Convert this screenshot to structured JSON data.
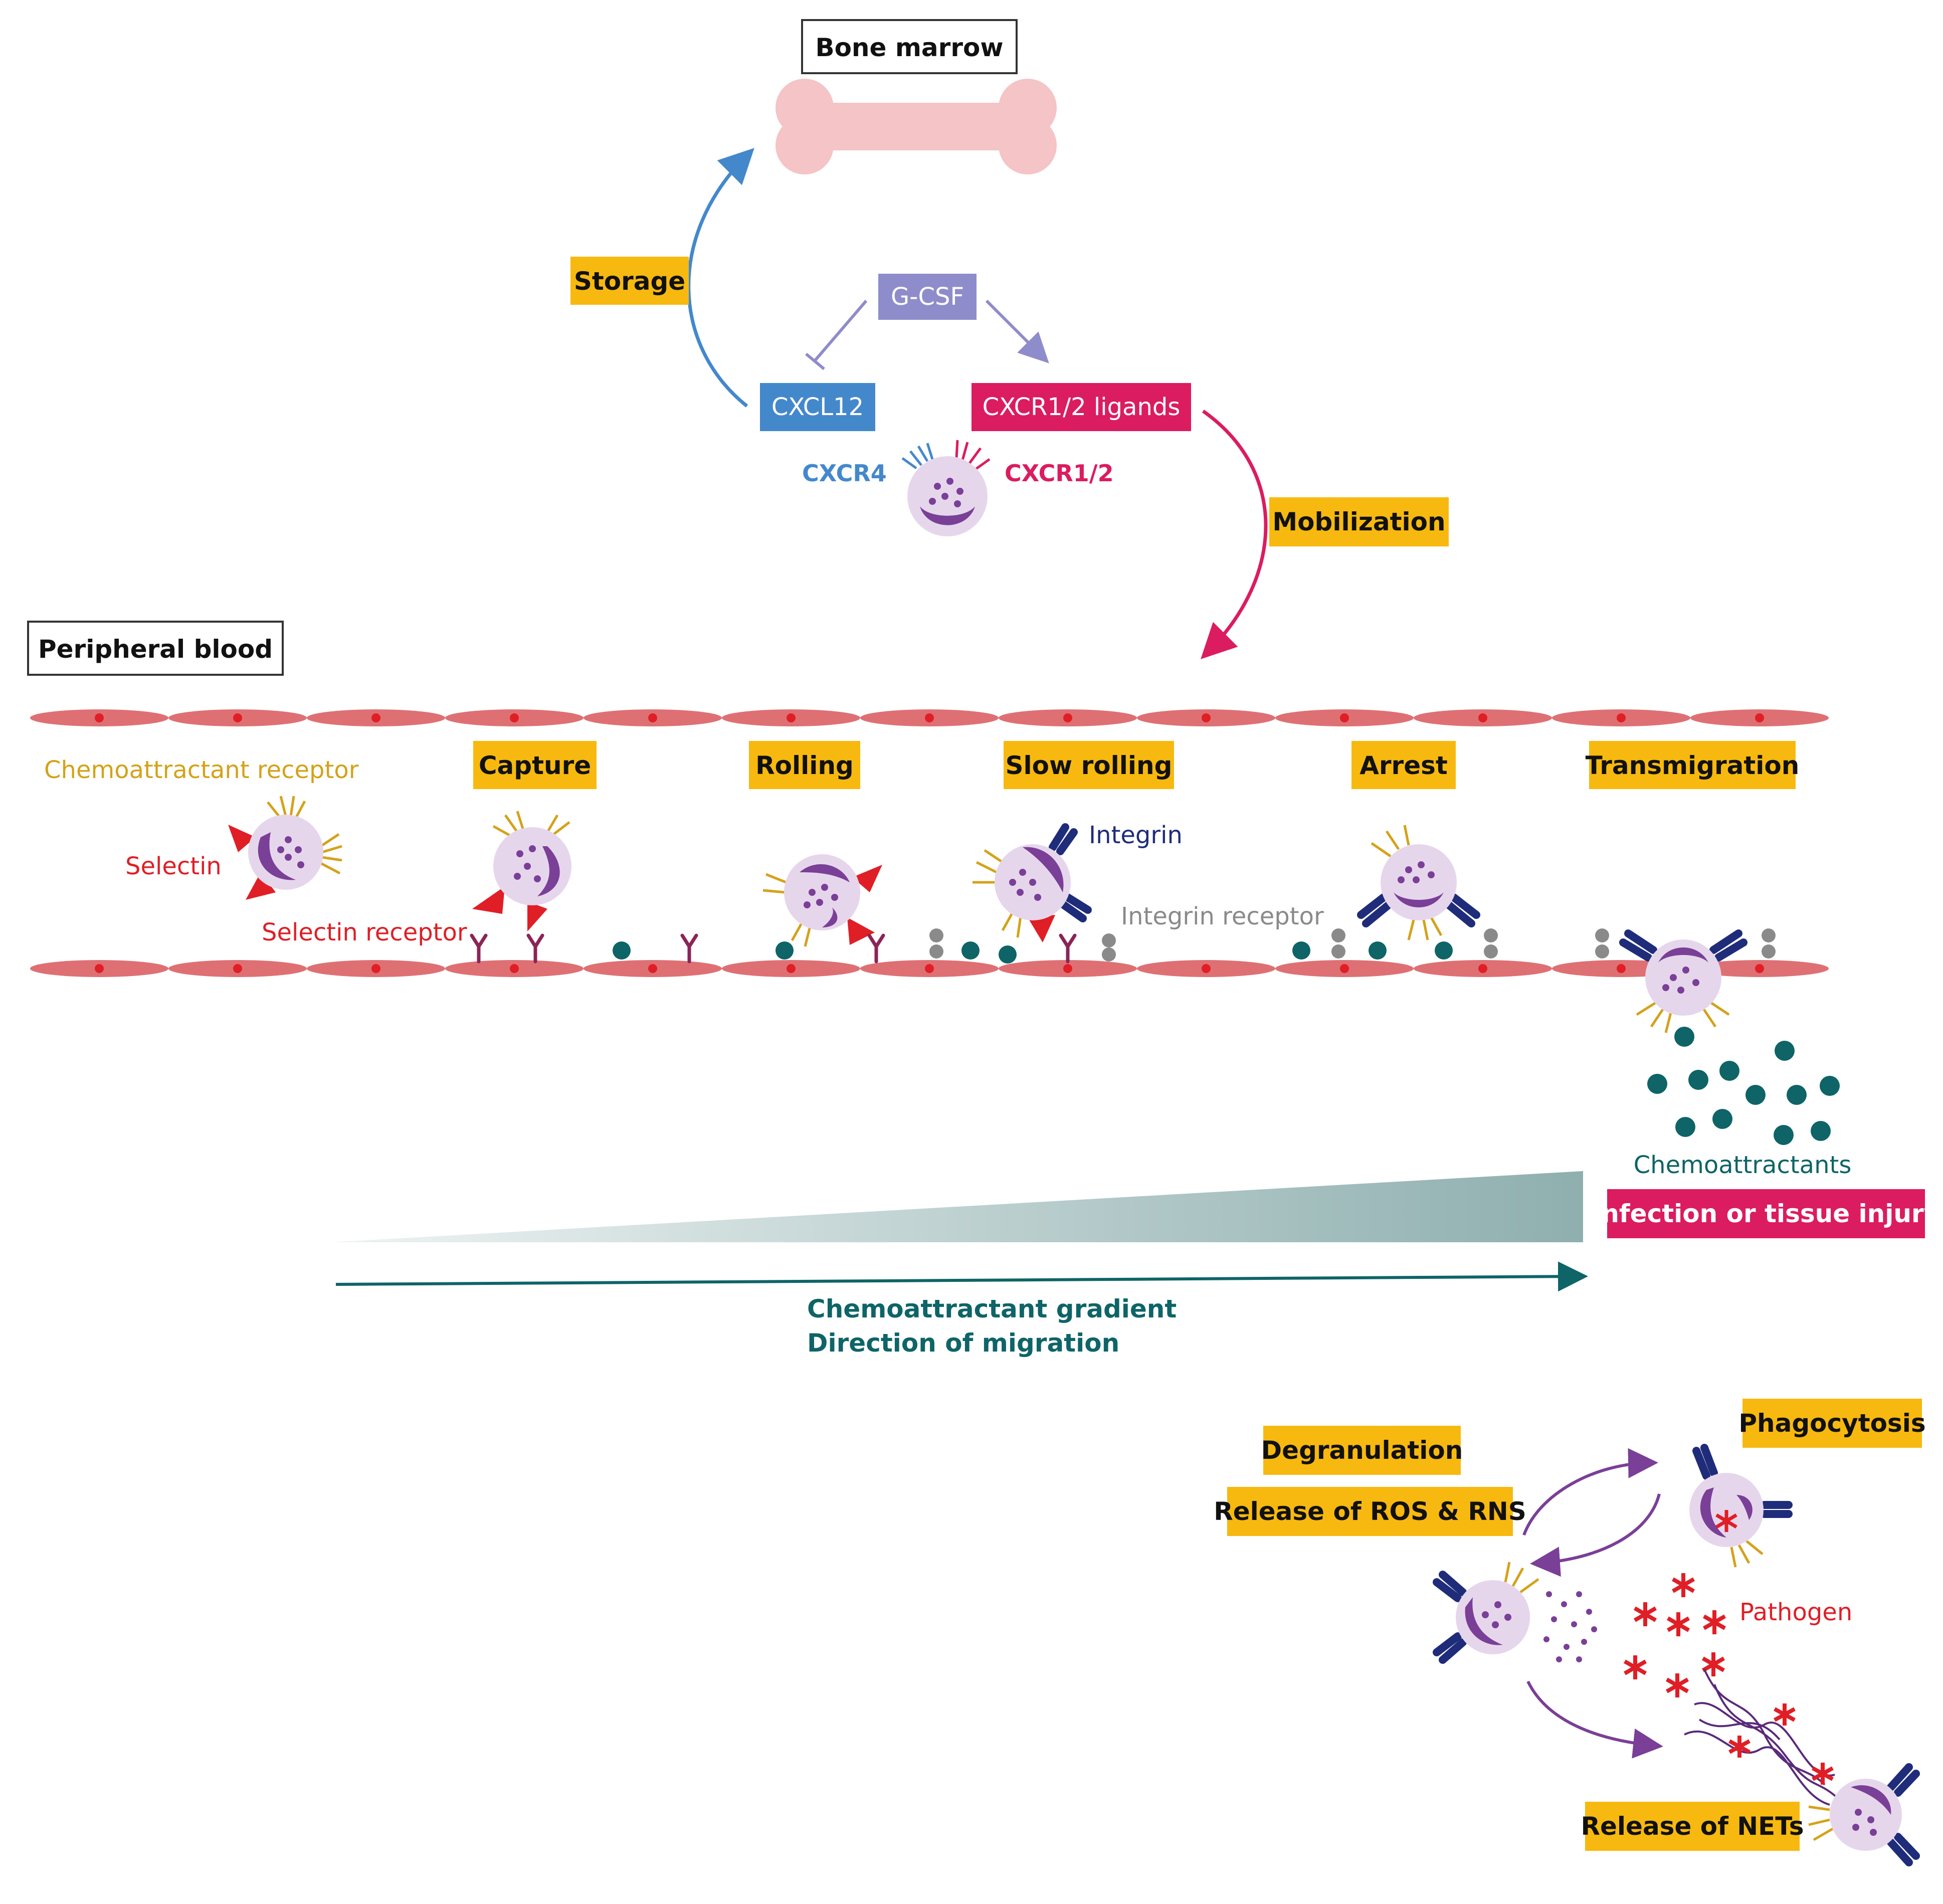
{
  "colors": {
    "yellow": "#F7B90F",
    "magenta": "#DB1C60",
    "cxcl_blue": "#4488CC",
    "gcsf_purple": "#8F8CCB",
    "teal": "#0E6467",
    "red": "#E01E26",
    "cell_purple": "#7A3F97",
    "cell_pale": "#E6D6EC",
    "gold": "#D4A21A",
    "navy": "#1F2C7A",
    "gray": "#8A8A8A",
    "endo": "#DE7074",
    "bone": "#F4C4C7"
  },
  "labels": {
    "bone_marrow": "Bone marrow",
    "peripheral_blood": "Peripheral blood",
    "storage": "Storage",
    "gcsf": "G-CSF",
    "cxcl12": "CXCL12",
    "cxcr_ligands": "CXCR1/2 ligands",
    "cxcr4": "CXCR4",
    "cxcr12": "CXCR1/2",
    "mobilization": "Mobilization",
    "chemo_receptor": "Chemoattractant receptor",
    "selectin": "Selectin",
    "selectin_receptor": "Selectin receptor",
    "integrin": "Integrin",
    "integrin_receptor": "Integrin receptor",
    "capture": "Capture",
    "rolling": "Rolling",
    "slow_rolling": "Slow rolling",
    "arrest": "Arrest",
    "transmigration": "Transmigration",
    "chemoattractants": "Chemoattractants",
    "infection": "Infection or tissue injury",
    "gradient": "Chemoattractant gradient",
    "direction": "Direction of migration",
    "degranulation": "Degranulation",
    "ros_rns": "Release of ROS & RNS",
    "phagocytosis": "Phagocytosis",
    "pathogen": "Pathogen",
    "nets": "Release of NETs"
  }
}
